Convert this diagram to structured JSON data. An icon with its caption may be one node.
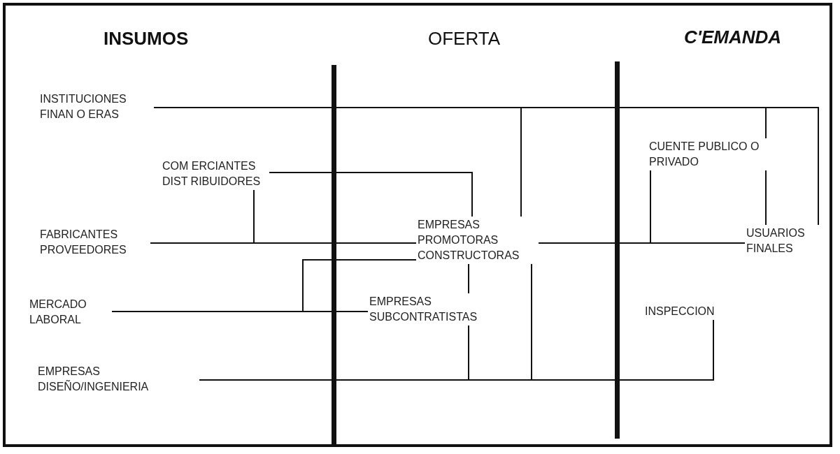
{
  "diagram": {
    "nodes": [
      {
        "text": [
          "INSTITUCIONES FINAN O ERAS"
        ]
      },
      {
        "text": [
          "COM ERCIANTES DIST RIBUIDORES"
        ]
      },
      {
        "text": [
          "FABRICANTES PROVEEDORES"
        ]
      },
      {
        "text": [
          "MERCADO LABORAL"
        ]
      },
      {
        "text": [
          "EMPRESAS DISEÑO/INGENIERIA"
        ]
      },
      {
        "text": [
          "EMPRESAS PROMOTORAS CONSTRUCTORAS"
        ]
      },
      {
        "text": [
          "EMPRESAS SUBCONTRATISTAS"
        ]
      },
      {
        "text": [
          "CUENTE PUBLICO O PRIVADO"
        ]
      },
      {
        "text": [
          "USUARIOS FINALES"
        ]
      },
      {
        "text": [
          "INSPECCION"
        ]
      }
    ],
    "edges": [
      {
        "from": 0,
        "to": 5,
        "arrow": "none"
      },
      {
        "from": 0,
        "to": 7,
        "arrow": "none"
      },
      {
        "from": 0,
        "to": 8,
        "arrow": "none"
      },
      {
        "from": 1,
        "to": 5,
        "arrow": "none"
      },
      {
        "from": 2,
        "to": 1,
        "arrow": "none"
      },
      {
        "from": 2,
        "to": 5,
        "arrow": "none"
      },
      {
        "from": 5,
        "to": 8,
        "arrow": "none"
      },
      {
        "from": 5,
        "to": 7,
        "arrow": "none"
      },
      {
        "from": 7,
        "to": 8,
        "arrow": "none"
      },
      {
        "from": 3,
        "to": 6,
        "arrow": "none"
      },
      {
        "from": 3,
        "to": 5,
        "arrow": "none"
      },
      {
        "from": 5,
        "to": 6,
        "arrow": "none"
      },
      {
        "from": 6,
        "to": 4,
        "arrow": "none"
      },
      {
        "from": 4,
        "to": 5,
        "arrow": "none"
      },
      {
        "from": 4,
        "to": 9,
        "arrow": "none"
      }
    ],
    "labels": [
      "INSUMOS",
      "OFERTA",
      "C'EMANDA"
    ]
  }
}
